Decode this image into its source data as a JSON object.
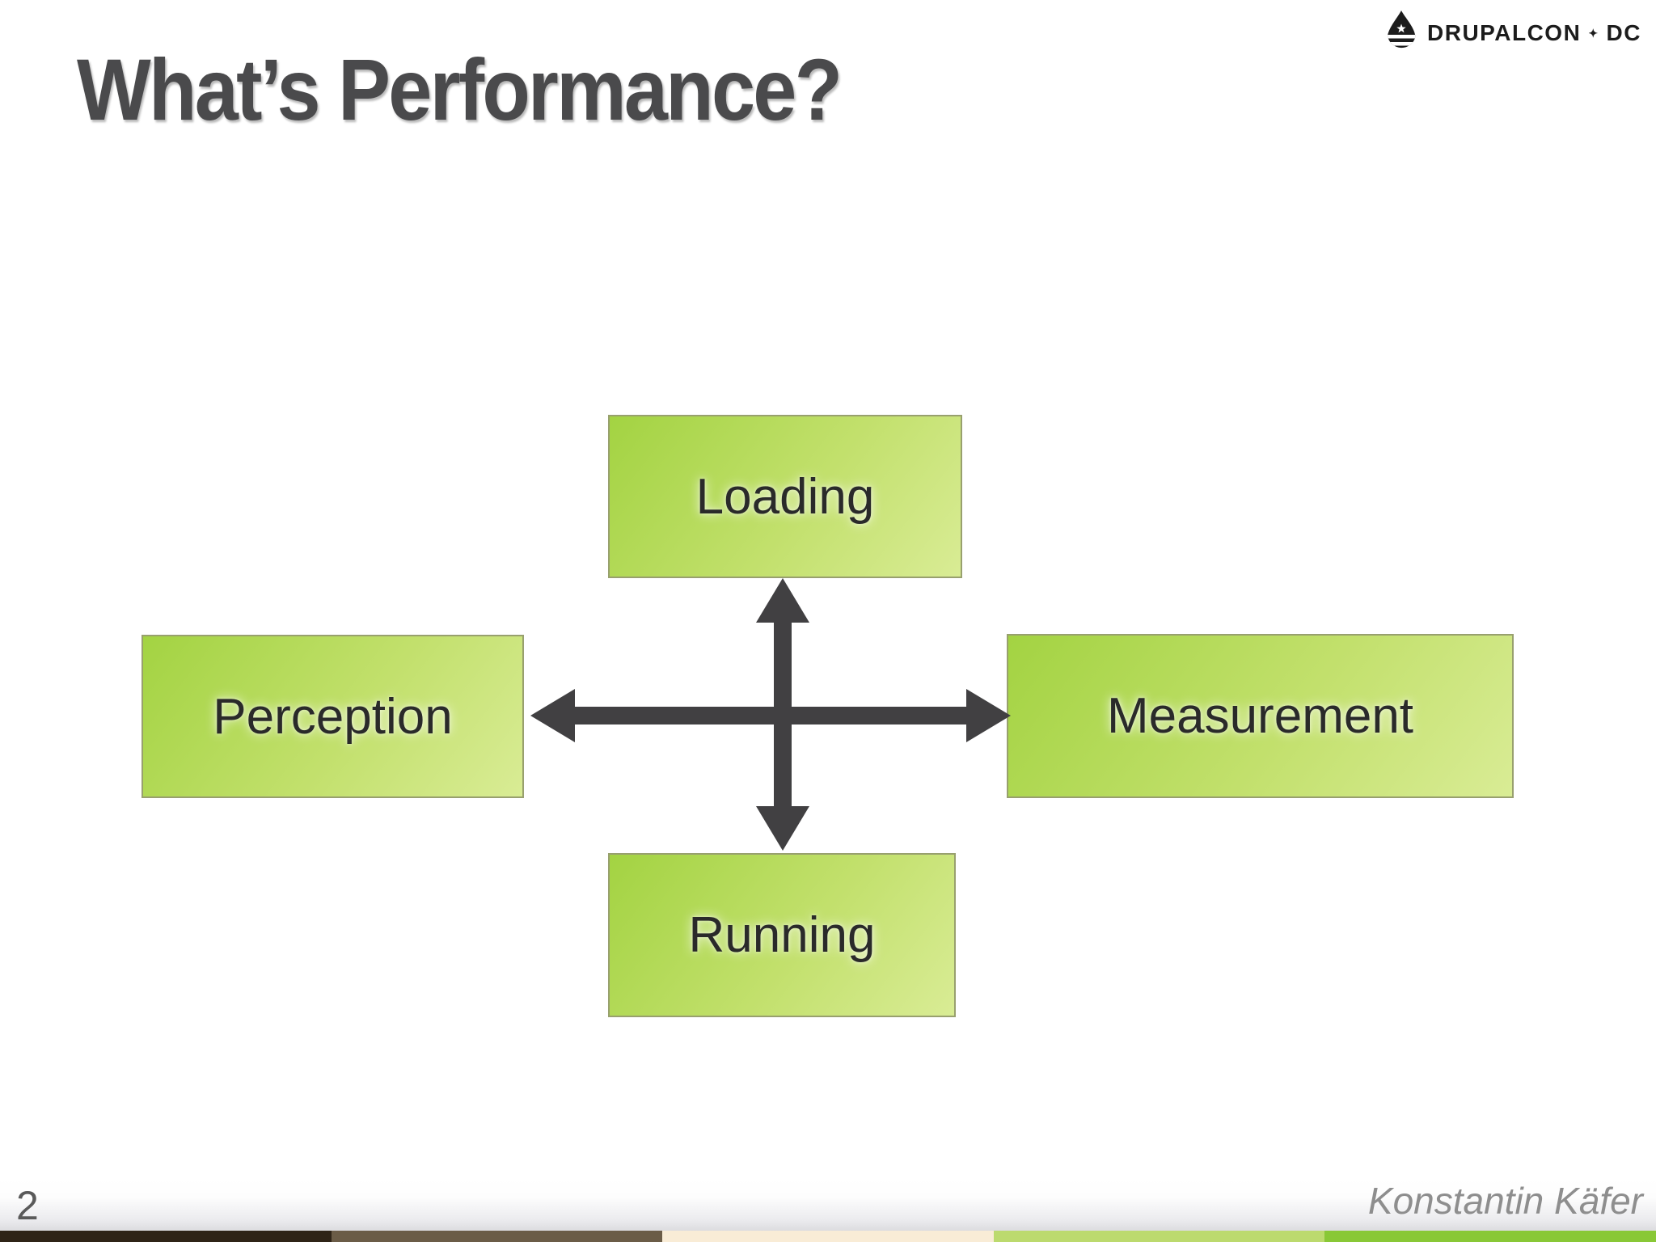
{
  "slide": {
    "title": "What’s Performance?",
    "page_number": "2",
    "author": "Konstantin Käfer"
  },
  "logo": {
    "text": "DRUPALCON",
    "separator": "✦",
    "suffix": "DC"
  },
  "diagram": {
    "type": "cross-relationship",
    "center": "four-way double-headed arrow cross",
    "nodes": [
      {
        "id": "loading",
        "label": "Loading",
        "position": "top"
      },
      {
        "id": "perception",
        "label": "Perception",
        "position": "left"
      },
      {
        "id": "measurement",
        "label": "Measurement",
        "position": "right"
      },
      {
        "id": "running",
        "label": "Running",
        "position": "bottom"
      }
    ]
  },
  "colors": {
    "node_gradient_start": "#a3d342",
    "node_gradient_end": "#d9ec95",
    "node_border": "#98a06e",
    "node_text": "#2a2a2a",
    "arrow": "#414042",
    "title_text": "#4a4a4c",
    "page_number_text": "#5a5a5a",
    "author_text": "#8e8e8e",
    "logo_text": "#1c1c1c"
  },
  "footer": {
    "bar_segments": [
      "#2f2417",
      "#6b5c47",
      "#f9ecd6",
      "#bcda6e",
      "#89c836"
    ]
  }
}
